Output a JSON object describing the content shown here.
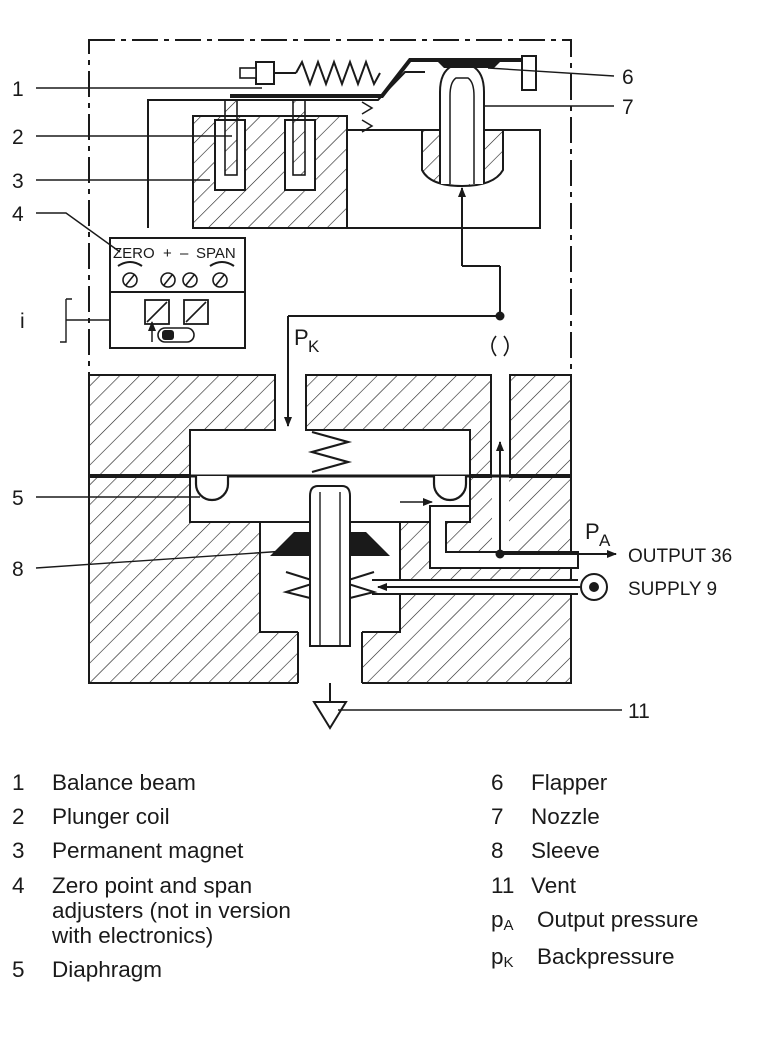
{
  "callouts": {
    "c1": "1",
    "c2": "2",
    "c3": "3",
    "c4": "4",
    "ci": "i",
    "c5": "5",
    "c8": "8",
    "c6": "6",
    "c7": "7",
    "c11": "11"
  },
  "adjusters": {
    "zero": "ZERO",
    "plus": "+",
    "minus": "–",
    "span": "SPAN"
  },
  "pressures": {
    "pk_main": "P",
    "pk_sub": "K",
    "pa_main": "P",
    "pa_sub": "A"
  },
  "ports": {
    "output": "OUTPUT 36",
    "supply": "SUPPLY 9"
  },
  "legend_left": [
    {
      "num": "1",
      "text": "Balance beam"
    },
    {
      "num": "2",
      "text": "Plunger coil"
    },
    {
      "num": "3",
      "text": "Permanent magnet"
    },
    {
      "num": "4",
      "text": "Zero point and span\nadjusters (not in version\nwith electronics)"
    },
    {
      "num": "5",
      "text": "Diaphragm"
    }
  ],
  "legend_right": [
    {
      "num": "6",
      "text": "Flapper"
    },
    {
      "num": "7",
      "text": "Nozzle"
    },
    {
      "num": "8",
      "text": "Sleeve"
    },
    {
      "num": "11",
      "text": "Vent"
    }
  ],
  "legend_symbols": [
    {
      "main": "p",
      "sub": "A",
      "text": "Output pressure"
    },
    {
      "main": "p",
      "sub": "K",
      "text": "Backpressure"
    }
  ],
  "colors": {
    "ink": "#1a1a1a",
    "background": "#ffffff"
  }
}
